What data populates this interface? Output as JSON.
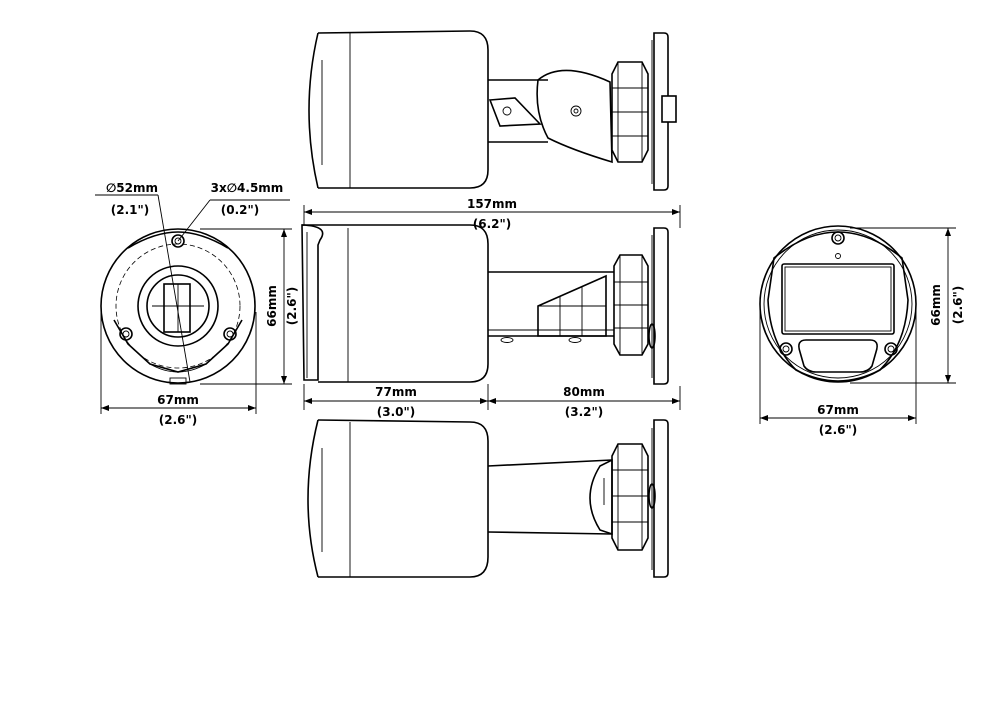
{
  "base_view": {
    "mount_diameter_mm": "∅52mm",
    "mount_diameter_in": "(2.1\")",
    "hole_spec_mm": "3x∅4.5mm",
    "hole_spec_in": "(0.2\")",
    "width_mm": "67mm",
    "width_in": "(2.6\")",
    "height_mm": "66mm",
    "height_in": "(2.6\")"
  },
  "side_view": {
    "total_length_mm": "157mm",
    "total_length_in": "(6.2\")",
    "body_length_mm": "77mm",
    "body_length_in": "(3.0\")",
    "bracket_length_mm": "80mm",
    "bracket_length_in": "(3.2\")"
  },
  "front_view": {
    "height_mm": "66mm",
    "height_in": "(2.6\")",
    "width_mm": "67mm",
    "width_in": "(2.6\")"
  }
}
